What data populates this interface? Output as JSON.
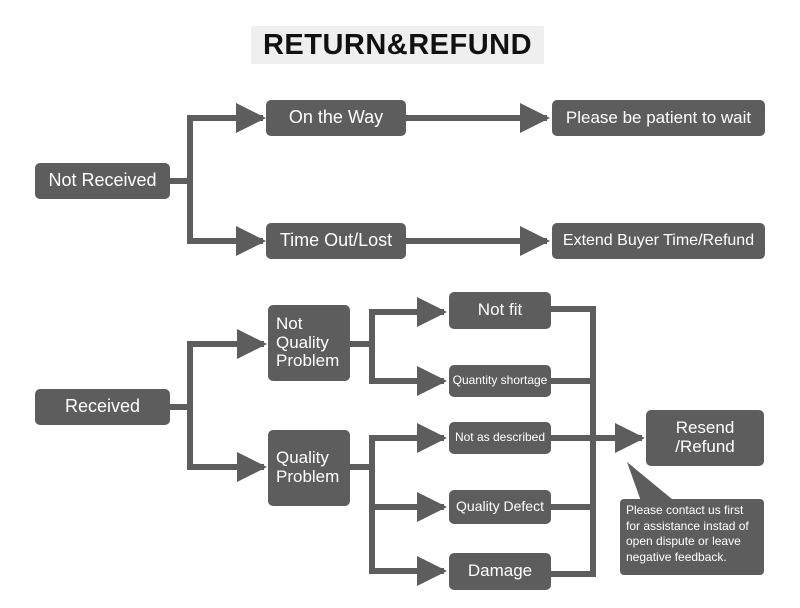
{
  "title": "RETURN&REFUND",
  "nodes": {
    "not_received": "Not Received",
    "on_the_way": "On the Way",
    "please_wait": "Please be patient to wait",
    "time_out_lost": "Time Out/Lost",
    "extend_refund": "Extend Buyer Time/Refund",
    "received": "Received",
    "not_quality_problem": "Not Quality Problem",
    "quality_problem": "Quality Problem",
    "not_fit": "Not fit",
    "quantity_shortage": "Quantity shortage",
    "not_as_described": "Not as described",
    "quality_defect": "Quality Defect",
    "damage": "Damage",
    "resend_refund": "Resend /Refund"
  },
  "callout": "Please contact us first for assistance instad of open dispute or leave negative feedback.",
  "colors": {
    "node_fill": "#5d5d5d",
    "arrow": "#5d5d5d",
    "title_bg": "#efefef",
    "text": "#ffffff"
  }
}
